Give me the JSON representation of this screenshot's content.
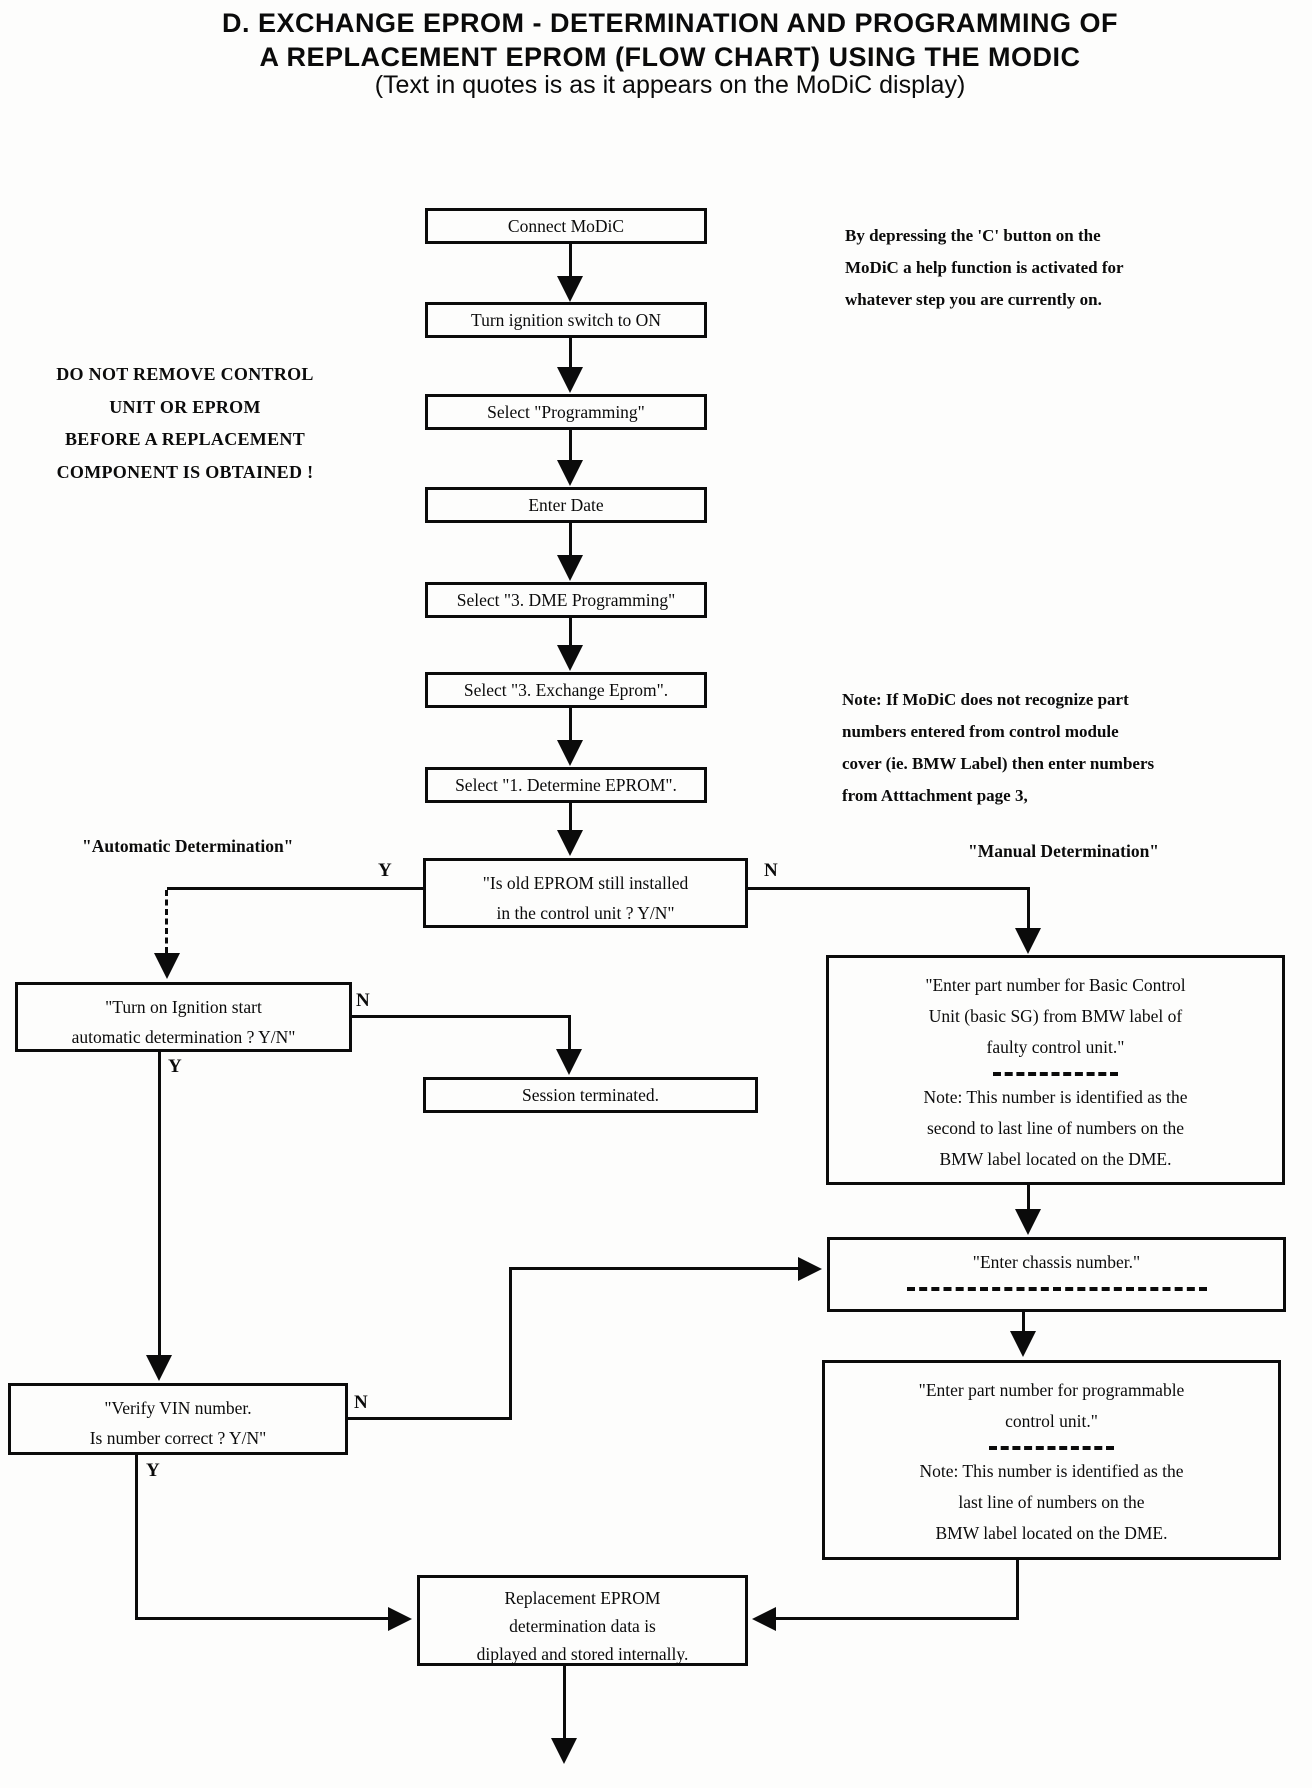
{
  "page": {
    "title_line1": "D. EXCHANGE EPROM - DETERMINATION AND PROGRAMMING OF",
    "title_line2": "A REPLACEMENT EPROM (FLOW CHART) USING THE MODIC",
    "subtitle": "(Text in quotes is as it appears on the MoDiC display)"
  },
  "side_notes": {
    "help_note": [
      "By depressing the 'C' button on the",
      "MoDiC  a help function is activated for",
      "whatever step you are currently on."
    ],
    "warning": [
      "DO NOT REMOVE CONTROL",
      "UNIT OR EPROM",
      "BEFORE A REPLACEMENT",
      "COMPONENT IS OBTAINED !"
    ],
    "modic_note": [
      "Note: If MoDiC does not recognize part",
      "numbers entered from control module",
      "cover (ie. BMW Label) then enter numbers",
      "from Atttachment page 3,"
    ],
    "automatic_branch": "\"Automatic Determination\"",
    "manual_branch": "\"Manual Determination\""
  },
  "branch_labels": {
    "yes": "Y",
    "no": "N"
  },
  "boxes": {
    "connect": "Connect MoDiC",
    "ignition": "Turn ignition switch to ON",
    "programming": "Select \"Programming\"",
    "enter_date": "Enter Date",
    "dme_programming": "Select \"3. DME Programming\"",
    "exchange_eprom": "Select \"3. Exchange Eprom\".",
    "determine_eprom": "Select \"1. Determine EPROM\".",
    "old_eprom_installed": [
      "\"Is old EPROM still installed",
      "in the control unit ? Y/N\""
    ],
    "turn_on_ignition": [
      "\"Turn on Ignition start",
      "automatic determination ? Y/N\""
    ],
    "session_terminated": "Session terminated.",
    "basic_control_unit": [
      "\"Enter part number for Basic Control",
      "Unit (basic SG) from BMW label of",
      "faulty control unit.\""
    ],
    "basic_control_unit_note": [
      "Note: This number is identified as the",
      "second to last line of numbers on the",
      "BMW label located on the DME."
    ],
    "chassis_number": "\"Enter chassis number.\"",
    "programmable_unit": [
      "\"Enter part number for programmable",
      "control unit.\""
    ],
    "programmable_unit_note": [
      "Note: This number is identified as the",
      "last line of numbers on the",
      "BMW label located on the DME."
    ],
    "verify_vin": [
      "\"Verify VIN number.",
      "Is number correct ? Y/N\""
    ],
    "replacement_eprom": [
      "Replacement EPROM",
      "determination data is",
      "diplayed and stored internally."
    ]
  }
}
